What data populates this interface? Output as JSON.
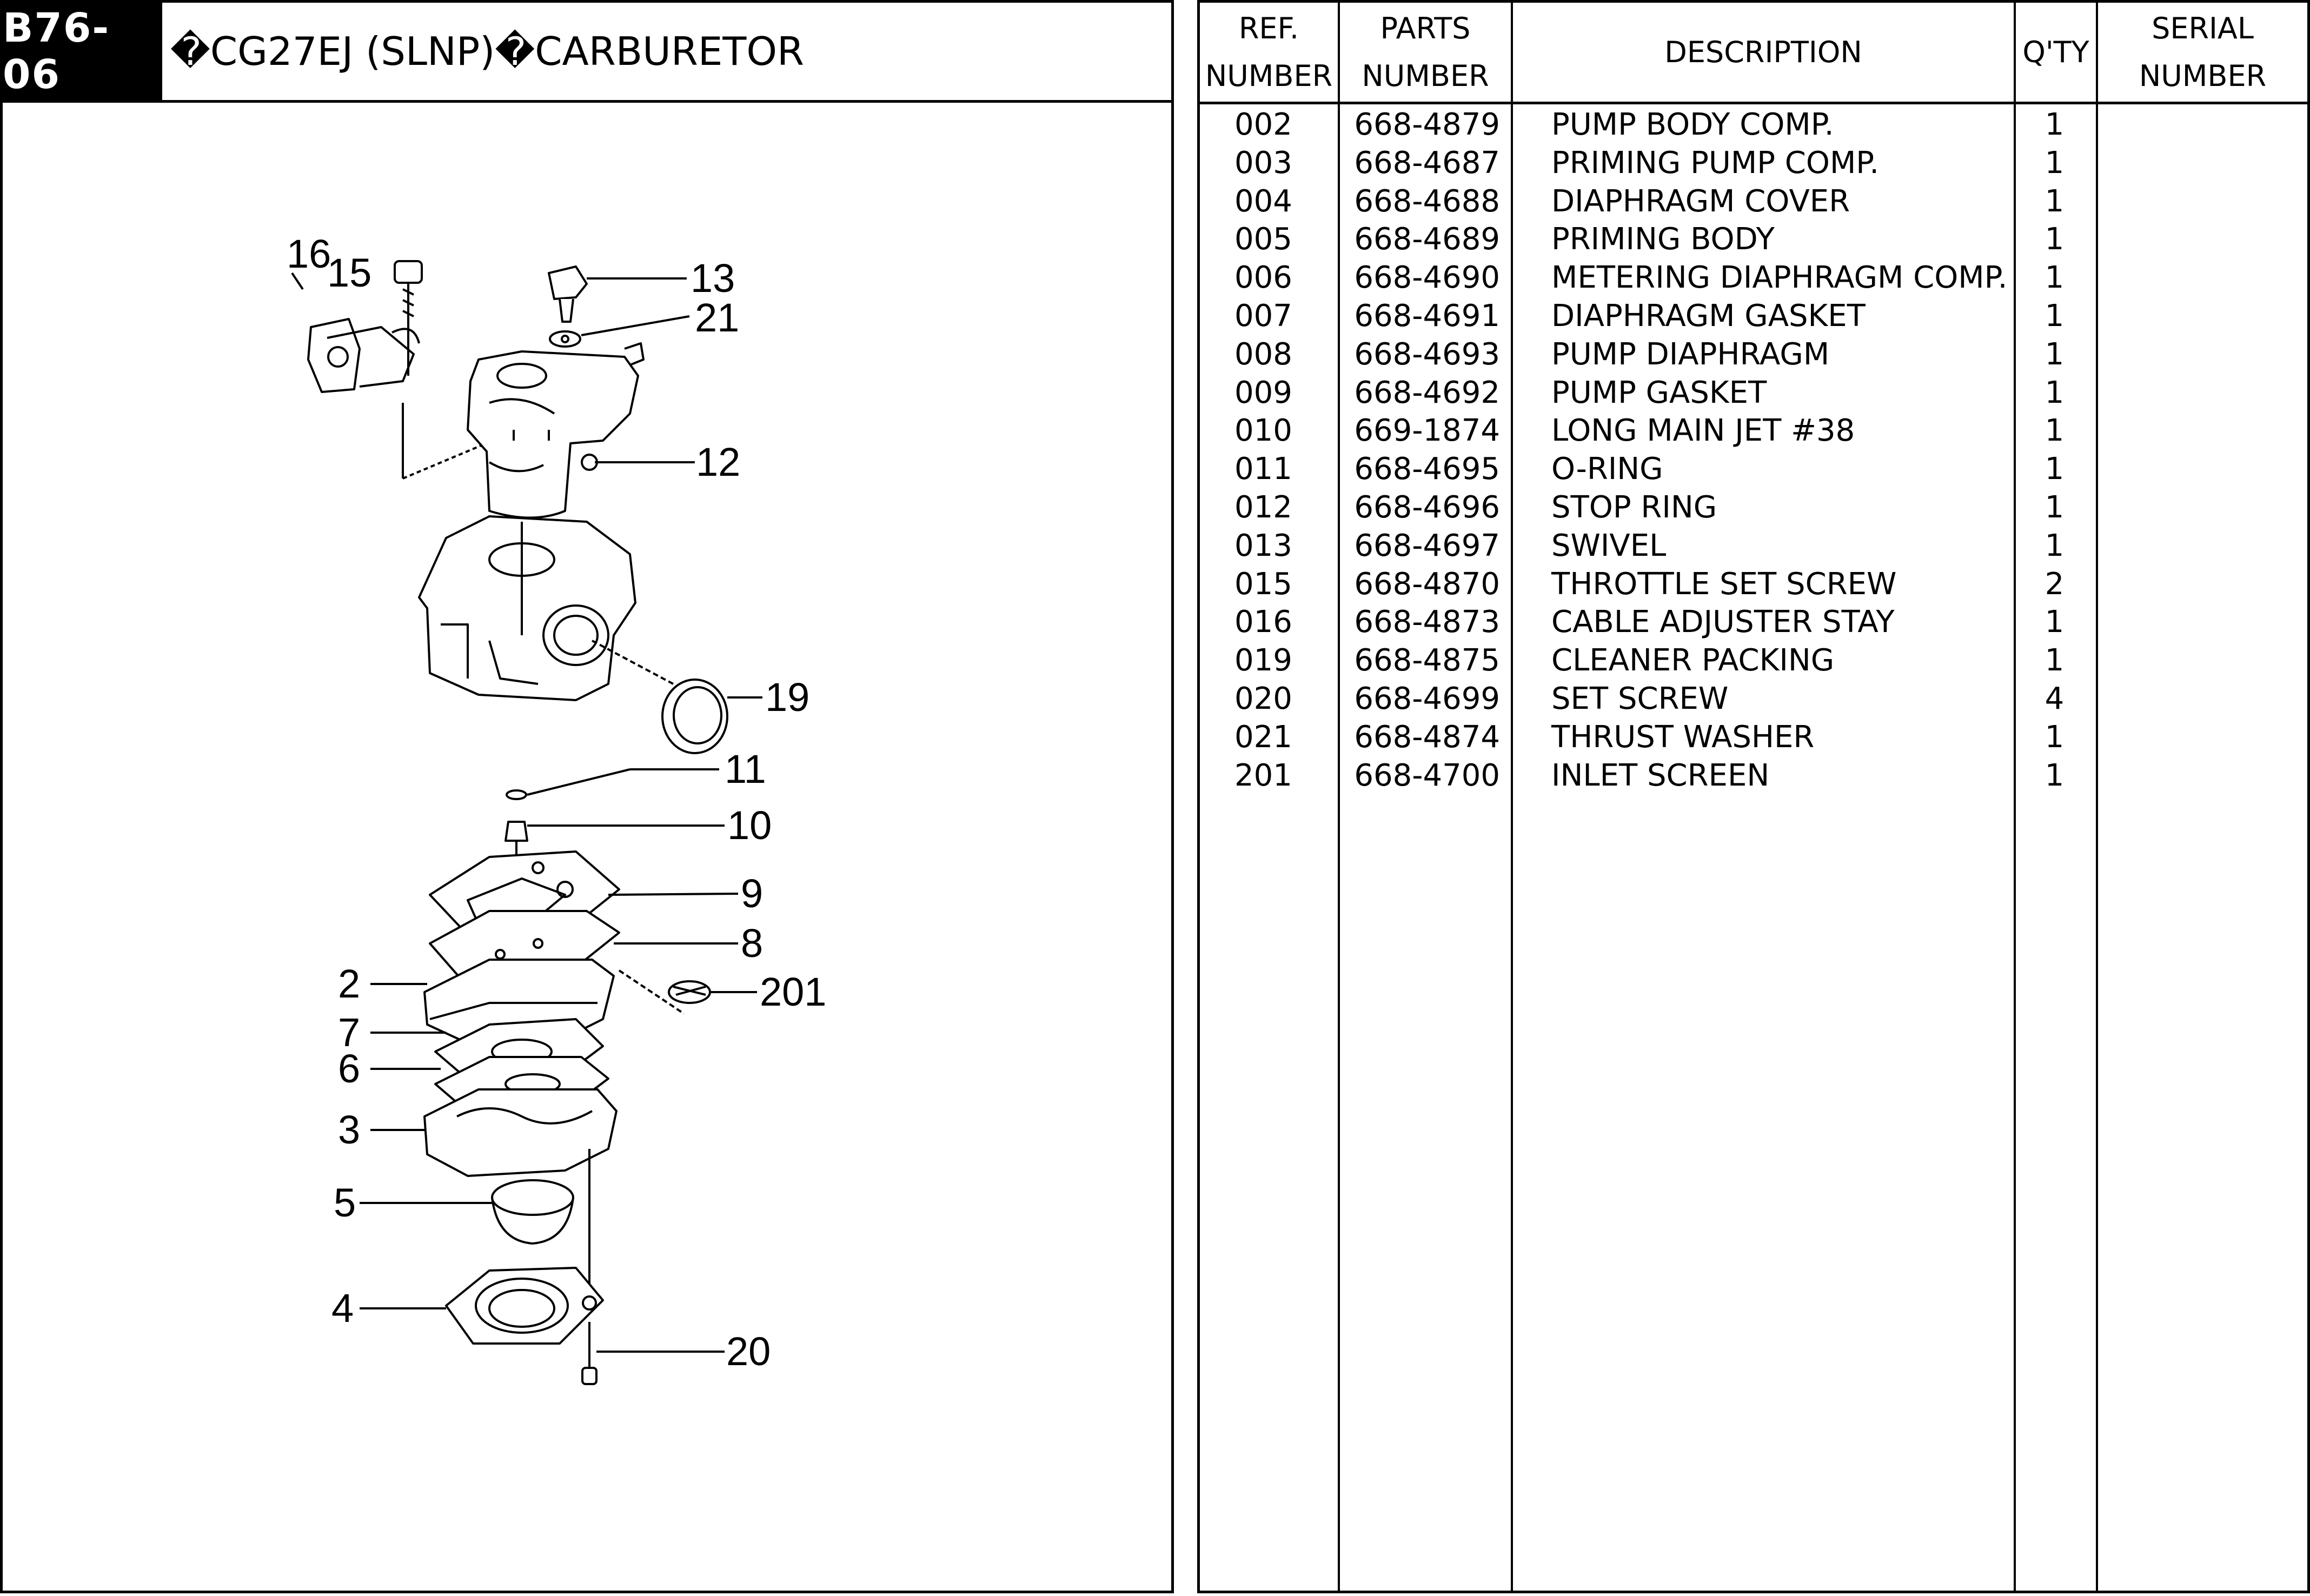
{
  "header": {
    "page_code": "B76-06",
    "title": "�CG27EJ (SLNP)�CARBURETOR"
  },
  "diagram": {
    "callouts": [
      "16",
      "15",
      "13",
      "21",
      "12",
      "19",
      "11",
      "10",
      "9",
      "8",
      "2",
      "201",
      "7",
      "6",
      "3",
      "5",
      "4",
      "20"
    ]
  },
  "table": {
    "headers": {
      "ref_line1": "REF.",
      "ref_line2": "NUMBER",
      "parts_line1": "PARTS",
      "parts_line2": "NUMBER",
      "description": "DESCRIPTION",
      "qty": "Q'TY",
      "serial_line1": "SERIAL",
      "serial_line2": "NUMBER"
    },
    "rows": [
      {
        "ref": "002",
        "part": "668-4879",
        "desc": "PUMP BODY COMP.",
        "qty": "1"
      },
      {
        "ref": "003",
        "part": "668-4687",
        "desc": "PRIMING PUMP COMP.",
        "qty": "1"
      },
      {
        "ref": "004",
        "part": "668-4688",
        "desc": "DIAPHRAGM COVER",
        "qty": "1"
      },
      {
        "ref": "005",
        "part": "668-4689",
        "desc": "PRIMING BODY",
        "qty": "1"
      },
      {
        "ref": "006",
        "part": "668-4690",
        "desc": "METERING DIAPHRAGM COMP.",
        "qty": "1"
      },
      {
        "ref": "007",
        "part": "668-4691",
        "desc": "DIAPHRAGM GASKET",
        "qty": "1"
      },
      {
        "ref": "008",
        "part": "668-4693",
        "desc": "PUMP DIAPHRAGM",
        "qty": "1"
      },
      {
        "ref": "009",
        "part": "668-4692",
        "desc": "PUMP GASKET",
        "qty": "1"
      },
      {
        "ref": "010",
        "part": "669-1874",
        "desc": "LONG MAIN JET #38",
        "qty": "1"
      },
      {
        "ref": "011",
        "part": "668-4695",
        "desc": "O-RING",
        "qty": "1"
      },
      {
        "ref": "012",
        "part": "668-4696",
        "desc": "STOP RING",
        "qty": "1"
      },
      {
        "ref": "013",
        "part": "668-4697",
        "desc": "SWIVEL",
        "qty": "1"
      },
      {
        "ref": "015",
        "part": "668-4870",
        "desc": "THROTTLE SET SCREW",
        "qty": "2"
      },
      {
        "ref": "016",
        "part": "668-4873",
        "desc": "CABLE ADJUSTER STAY",
        "qty": "1"
      },
      {
        "ref": "019",
        "part": "668-4875",
        "desc": "CLEANER PACKING",
        "qty": "1"
      },
      {
        "ref": "020",
        "part": "668-4699",
        "desc": "SET SCREW",
        "qty": "4"
      },
      {
        "ref": "021",
        "part": "668-4874",
        "desc": "THRUST WASHER",
        "qty": "1"
      },
      {
        "ref": "201",
        "part": "668-4700",
        "desc": "INLET SCREEN",
        "qty": "1"
      }
    ]
  }
}
